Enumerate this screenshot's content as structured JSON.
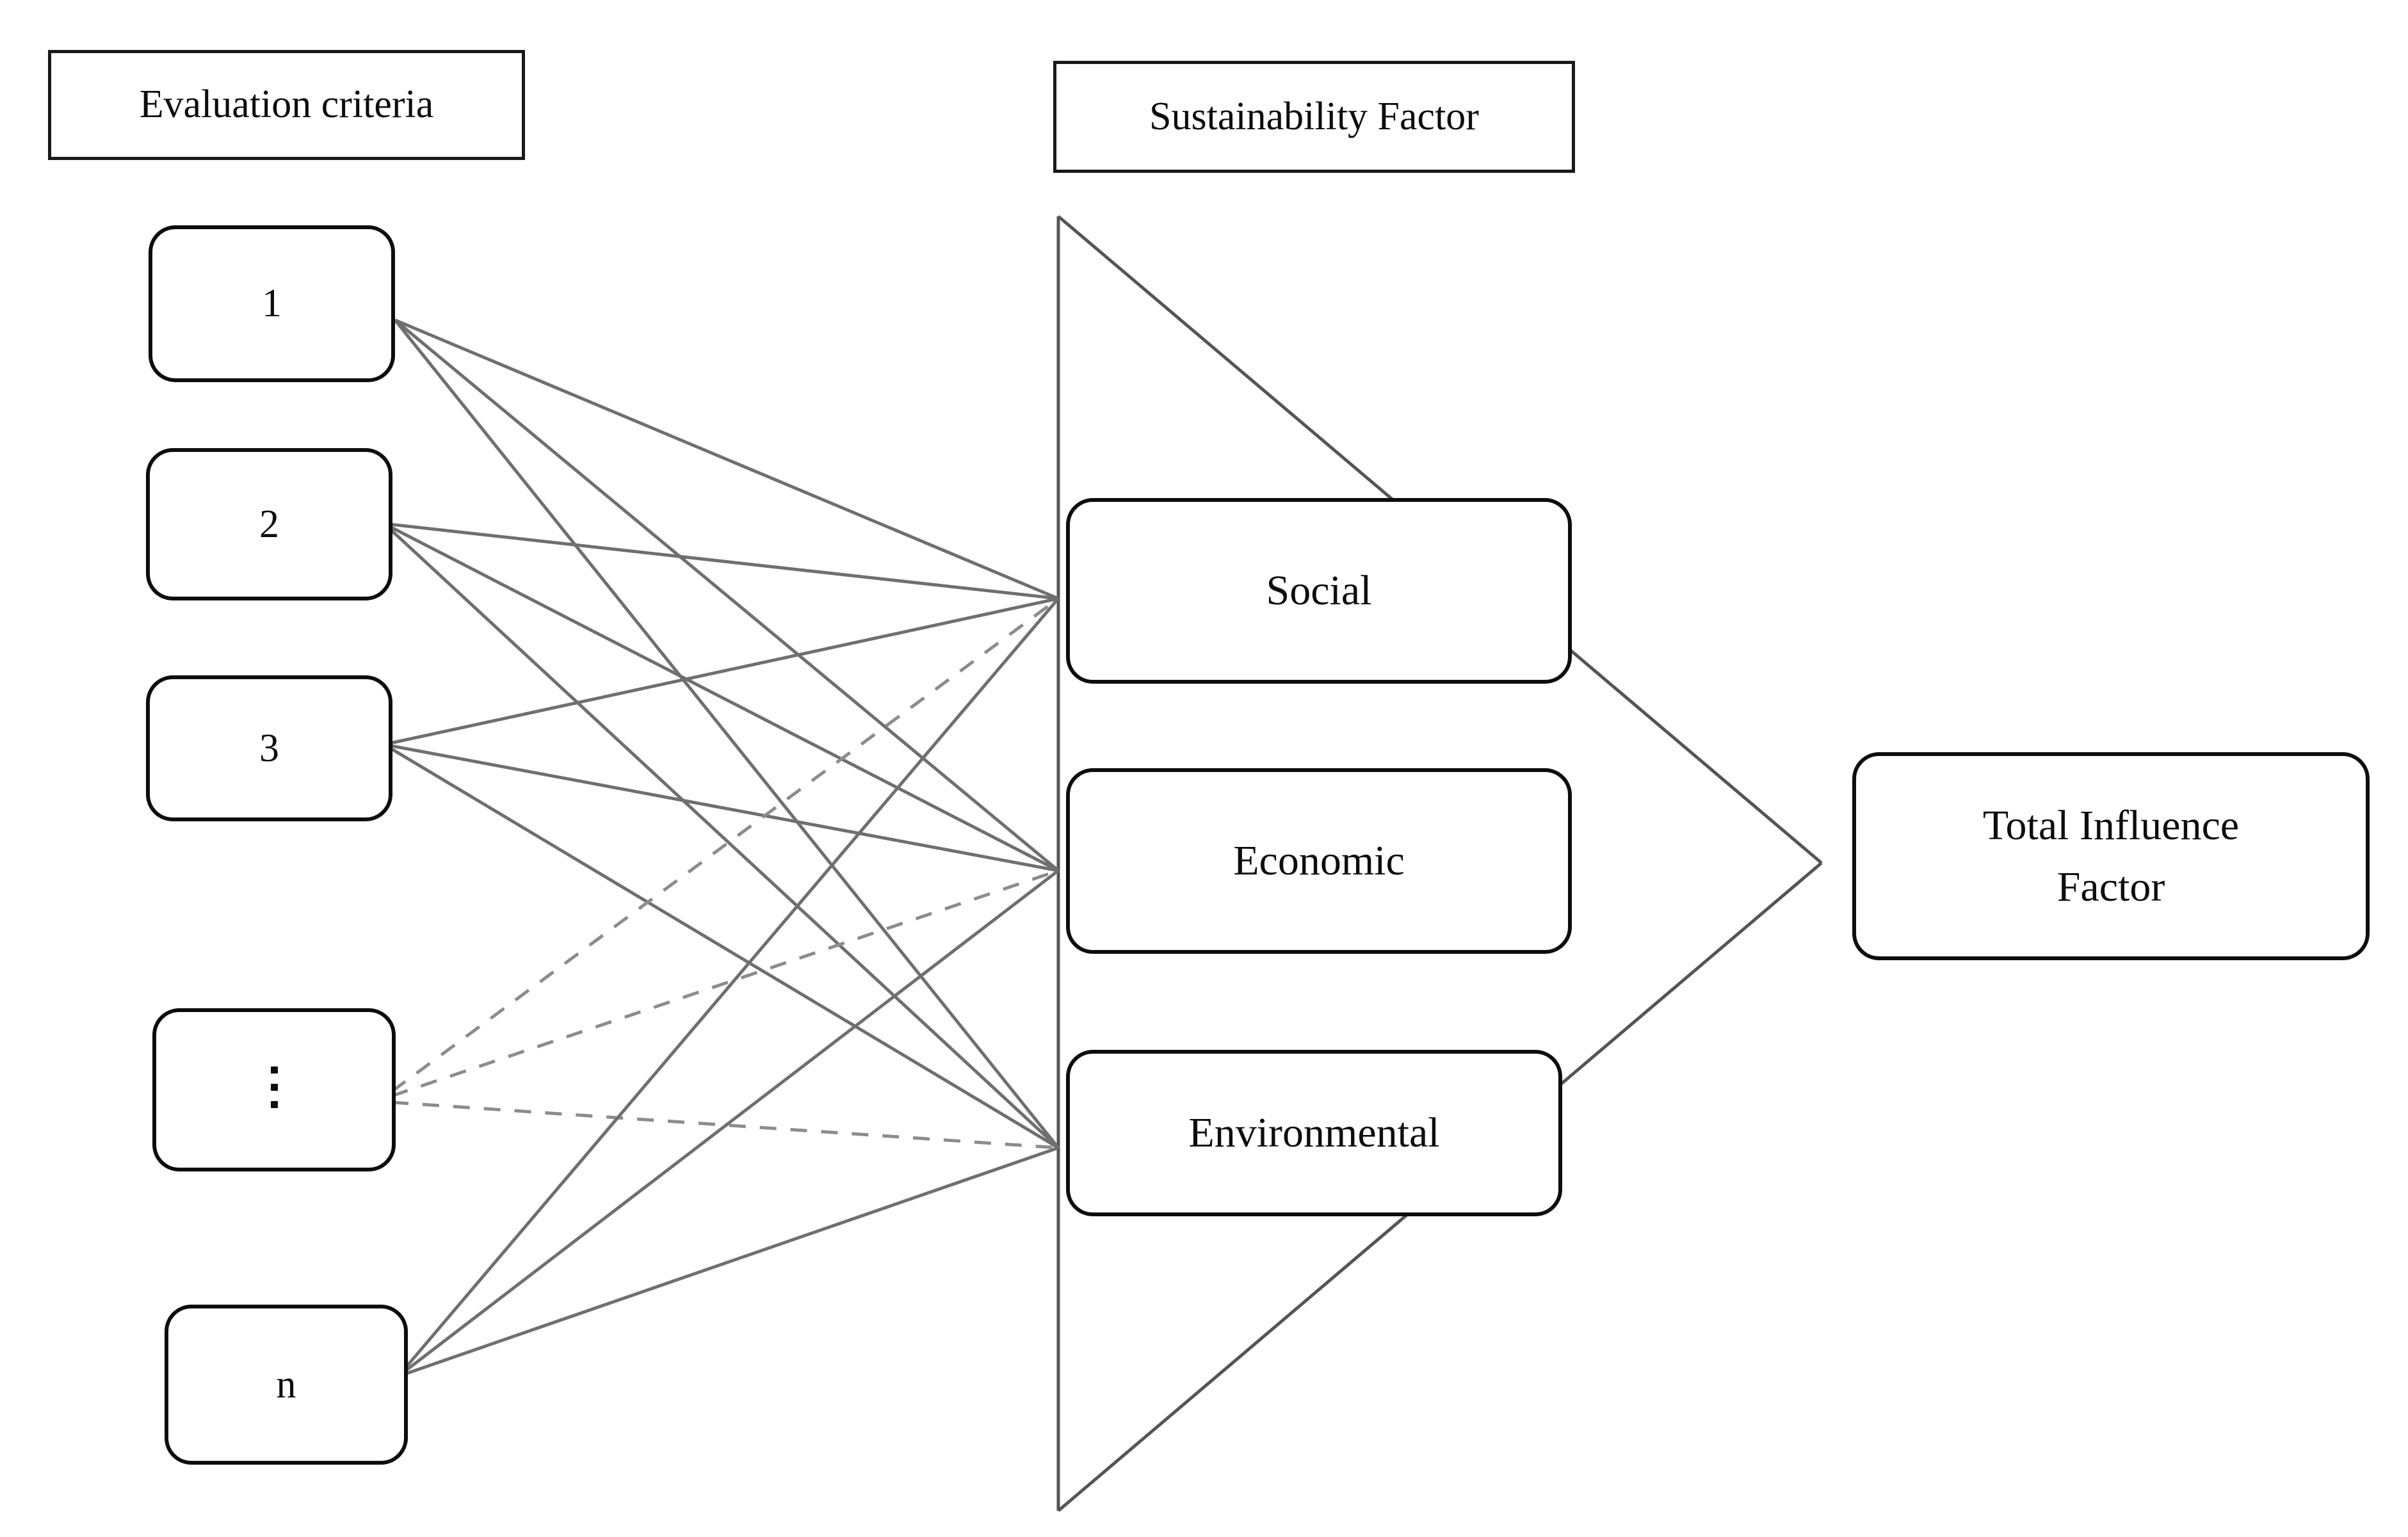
{
  "diagram": {
    "title": "Sustainability evaluation influence diagram",
    "type": "flow-diagram",
    "colors": {
      "box_border": "#0d0d0d",
      "header_border": "#1a1a1a",
      "edge_solid": "#6f6f6f",
      "edge_dashed": "#8c8c8c",
      "triangle_stroke": "#555555",
      "background": "#ffffff",
      "text": "#0d0d0d"
    }
  },
  "headers": {
    "left": "Evaluation criteria",
    "middle": "Sustainability Factor"
  },
  "criteria": [
    {
      "id": "c1",
      "label": "1"
    },
    {
      "id": "c2",
      "label": "2"
    },
    {
      "id": "c3",
      "label": "3"
    },
    {
      "id": "cdots",
      "label": "⋮"
    },
    {
      "id": "cn",
      "label": "n"
    }
  ],
  "pillars": [
    {
      "id": "social",
      "label": "Social"
    },
    {
      "id": "economic",
      "label": "Economic"
    },
    {
      "id": "environmental",
      "label": "Environmental"
    }
  ],
  "result": {
    "line1": "Total Influence",
    "line2": "Factor"
  },
  "edges": {
    "solid_count": 12,
    "dashed_count": 3,
    "note": "Each evaluation criterion connects to Social, Economic and Environmental; the ellipsis criterion uses dashed connectors.",
    "from_criteria_to_pillars": [
      {
        "from": "c1",
        "to": [
          "social",
          "economic",
          "environmental"
        ],
        "style": "solid"
      },
      {
        "from": "c2",
        "to": [
          "social",
          "economic",
          "environmental"
        ],
        "style": "solid"
      },
      {
        "from": "c3",
        "to": [
          "social",
          "economic",
          "environmental"
        ],
        "style": "solid"
      },
      {
        "from": "cdots",
        "to": [
          "social",
          "economic",
          "environmental"
        ],
        "style": "dashed"
      },
      {
        "from": "cn",
        "to": [
          "social",
          "economic",
          "environmental"
        ],
        "style": "solid"
      }
    ],
    "aggregator": {
      "shape": "triangle",
      "to": "result"
    }
  }
}
